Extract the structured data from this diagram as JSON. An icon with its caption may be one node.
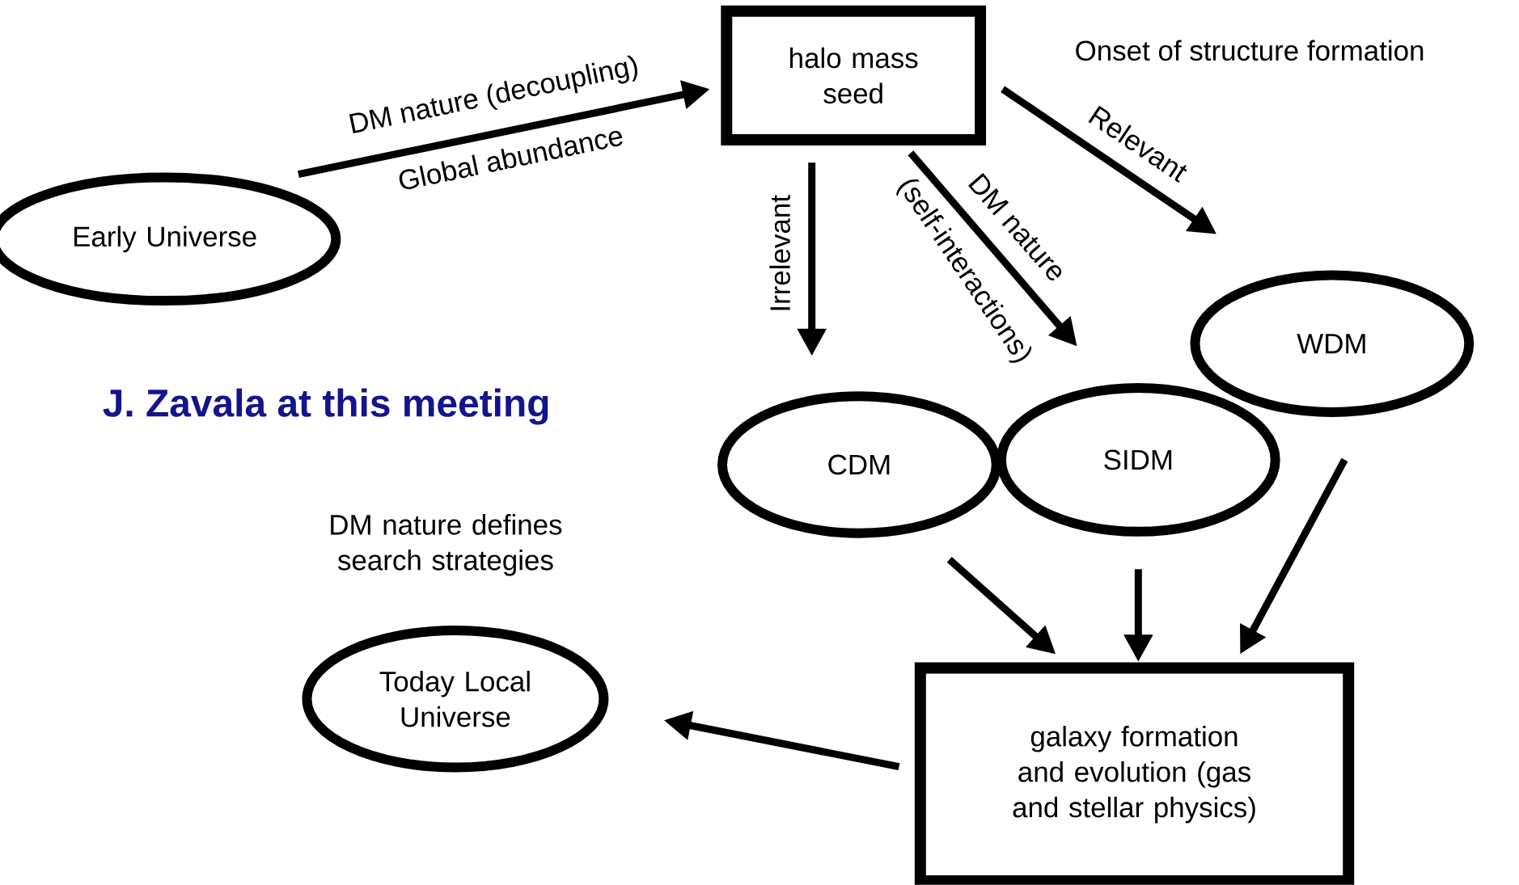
{
  "diagram": {
    "nodes": [
      {
        "text": [
          "Early Universe"
        ]
      },
      {
        "text": [
          "halo mass seed"
        ]
      },
      {
        "text": [
          "CDM"
        ]
      },
      {
        "text": [
          "SIDM"
        ]
      },
      {
        "text": [
          "WDM"
        ]
      },
      {
        "text": [
          "galaxy formation and evolution (gas and stellar physics)"
        ]
      },
      {
        "text": [
          "Today Local Universe"
        ],
        "beside": [
          "DM nature defines search strategies"
        ]
      }
    ],
    "edges": [
      {
        "from": 0,
        "to": 1,
        "arrow": "to",
        "label": "DM nature (decoupling)"
      },
      {
        "from": 1,
        "to": 2,
        "arrow": "to",
        "label": "Irrelevant"
      },
      {
        "from": 1,
        "to": 3,
        "arrow": "to",
        "label": "DM nature"
      },
      {
        "from": 1,
        "to": 4,
        "arrow": "to",
        "label": "Relevant"
      },
      {
        "from": 2,
        "to": 5,
        "arrow": "to"
      },
      {
        "from": 3,
        "to": 5,
        "arrow": "to"
      },
      {
        "from": 4,
        "to": 5,
        "arrow": "to"
      },
      {
        "from": 5,
        "to": 6,
        "arrow": "to"
      }
    ],
    "labels": [
      "Global abundance",
      "(self-interactions)",
      "Onset of structure formation",
      "J. Zavala at this meeting"
    ]
  }
}
